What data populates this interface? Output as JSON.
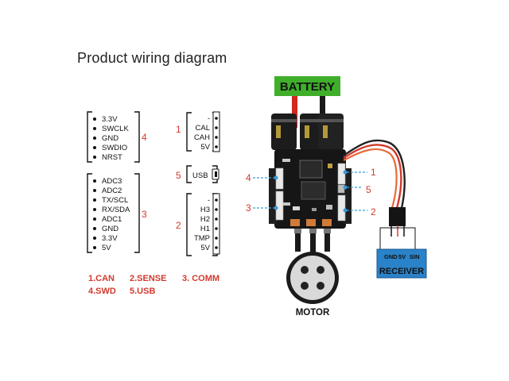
{
  "title": "Product wiring diagram",
  "connectors": {
    "swd": {
      "number": "4",
      "pins": [
        "3.3V",
        "SWCLK",
        "GND",
        "SWDIO",
        "NRST"
      ]
    },
    "comm": {
      "number": "3",
      "pins": [
        "ADC3",
        "ADC2",
        "TX/SCL",
        "RX/SDA",
        "ADC1",
        "GND",
        "3.3V",
        "5V"
      ]
    },
    "can": {
      "number": "1",
      "pins": [
        "-",
        "CAL",
        "CAH",
        "5V"
      ]
    },
    "usb": {
      "number": "5",
      "pins": [
        "USB"
      ]
    },
    "sense": {
      "number": "2",
      "pins": [
        "-",
        "H3",
        "H2",
        "H1",
        "TMP",
        "5V"
      ]
    }
  },
  "legend": {
    "item1": "1.CAN",
    "item2": "2.SENSE",
    "item3": "3. COMM",
    "item4": "4.SWD",
    "item5": "5.USB"
  },
  "board_callouts": {
    "left_top": "4",
    "left_bottom": "3",
    "right_top": "1",
    "right_mid": "5",
    "right_bottom": "2"
  },
  "battery_label": "BATTERY",
  "receiver": {
    "pins": [
      "GND",
      "5V",
      "SIN"
    ],
    "label": "RECEIVER"
  },
  "motor_label": "MOTOR",
  "colors": {
    "accent_red": "#d23a2e",
    "battery_green": "#3fae2a",
    "receiver_blue": "#2a82c8",
    "callout_blue": "#3a9ad6"
  }
}
